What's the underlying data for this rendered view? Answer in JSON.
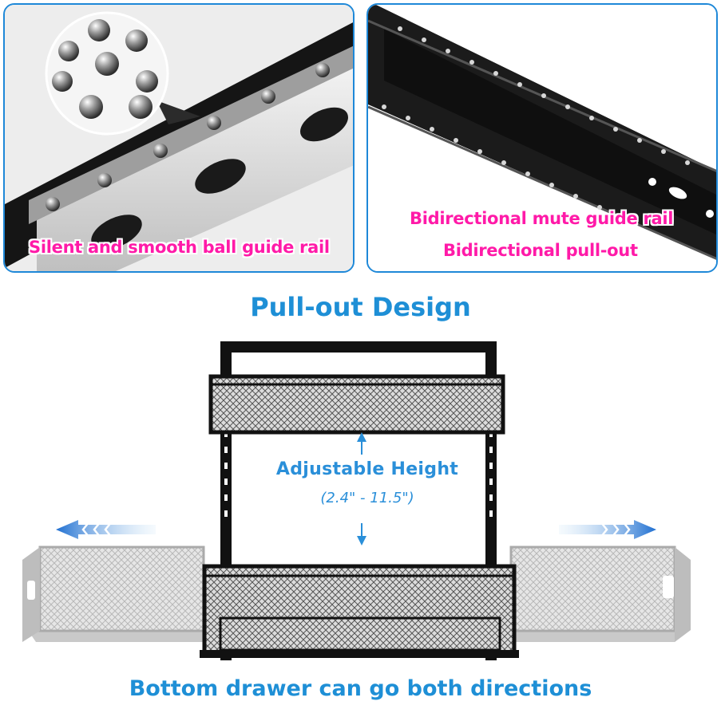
{
  "panels": {
    "left": {
      "caption": "Silent and smooth ball guide rail",
      "border_color": "#1e88d8"
    },
    "right": {
      "caption_1": "Bidirectional mute guide rail",
      "caption_2": "Bidirectional pull-out",
      "border_color": "#1e88d8"
    }
  },
  "title": "Pull-out Design",
  "adjustable": {
    "label": "Adjustable Height",
    "range": "(2.4\" - 11.5\")"
  },
  "footer": "Bottom drawer can go both directions",
  "colors": {
    "caption": "#ff1aa8",
    "heading": "#1e8fd6",
    "frame": "#111111",
    "drawer_ghost": "#bdbdbd"
  },
  "icons": [
    "ball-bearing-icon",
    "arrow-left-icon",
    "arrow-right-icon",
    "arrow-up-icon",
    "arrow-down-icon"
  ]
}
